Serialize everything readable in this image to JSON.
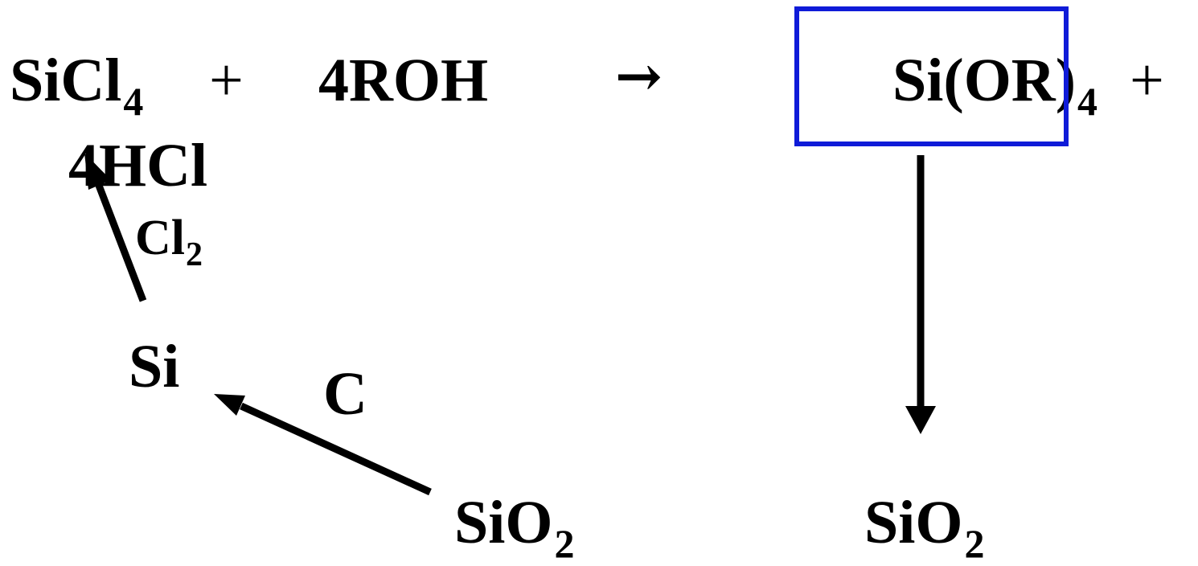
{
  "reaction": {
    "reactant1": {
      "base": "SiCl",
      "sub": "4"
    },
    "plus1": "+",
    "reactant2": "4ROH",
    "arrow": "→",
    "product1": {
      "base": "Si(OR)",
      "sub": "4"
    },
    "plus2": "+",
    "product2": "4HCl"
  },
  "cycle": {
    "cl2": {
      "base": "Cl",
      "sub": "2"
    },
    "si": "Si",
    "c": "C",
    "sio2_left": {
      "base": "SiO",
      "sub": "2"
    },
    "sio2_right": {
      "base": "SiO",
      "sub": "2"
    }
  },
  "colors": {
    "highlight_box": "#0f1bd8",
    "arrows": "#000000"
  }
}
